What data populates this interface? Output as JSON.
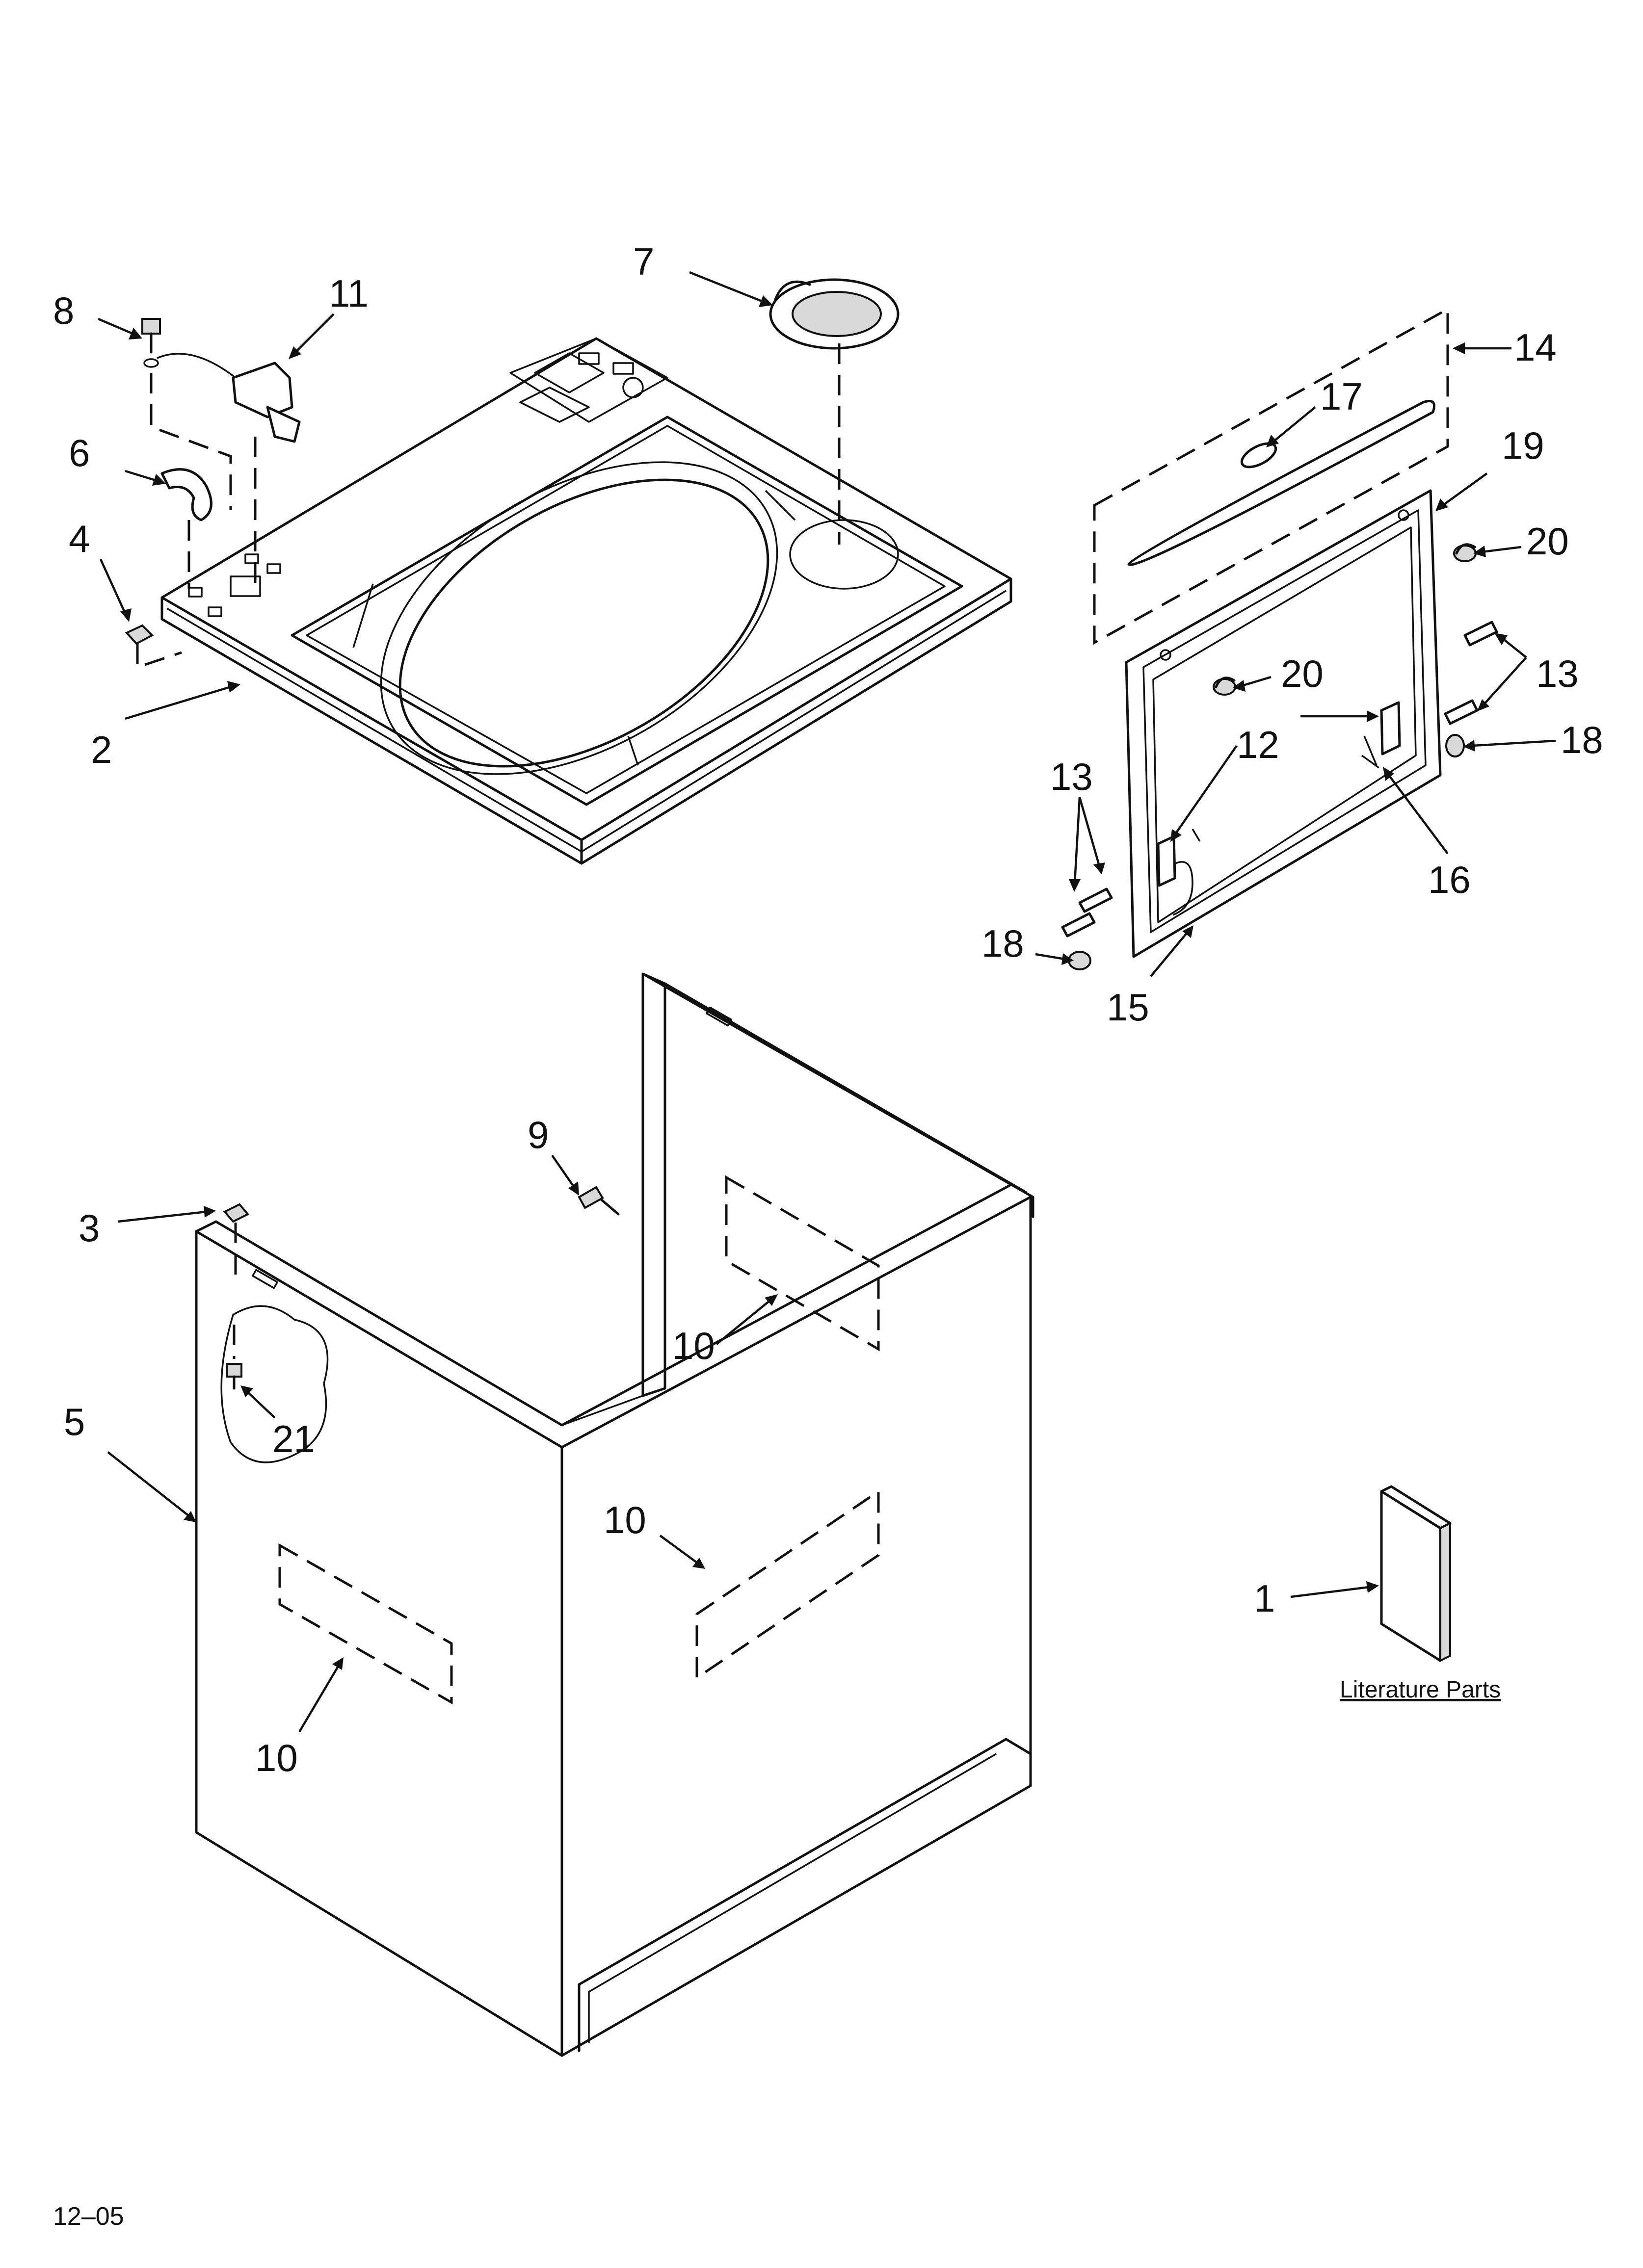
{
  "callouts": [
    {
      "id": "c8",
      "label": "8"
    },
    {
      "id": "c11",
      "label": "11"
    },
    {
      "id": "c7",
      "label": "7"
    },
    {
      "id": "c14",
      "label": "14"
    },
    {
      "id": "c17",
      "label": "17"
    },
    {
      "id": "c19",
      "label": "19"
    },
    {
      "id": "c6",
      "label": "6"
    },
    {
      "id": "c4",
      "label": "4"
    },
    {
      "id": "c20a",
      "label": "20"
    },
    {
      "id": "c20b",
      "label": "20"
    },
    {
      "id": "c13a",
      "label": "13"
    },
    {
      "id": "c2",
      "label": "2"
    },
    {
      "id": "c12a",
      "label": "12"
    },
    {
      "id": "c18a",
      "label": "18"
    },
    {
      "id": "c13b",
      "label": "13"
    },
    {
      "id": "c16",
      "label": "16"
    },
    {
      "id": "c18b",
      "label": "18"
    },
    {
      "id": "c15",
      "label": "15"
    },
    {
      "id": "c9",
      "label": "9"
    },
    {
      "id": "c3",
      "label": "3"
    },
    {
      "id": "c10a",
      "label": "10"
    },
    {
      "id": "c21",
      "label": "21"
    },
    {
      "id": "c5",
      "label": "5"
    },
    {
      "id": "c10b",
      "label": "10"
    },
    {
      "id": "c1",
      "label": "1"
    },
    {
      "id": "c10c",
      "label": "10"
    }
  ],
  "literature_caption": "Literature Parts",
  "footer_code": "12–05"
}
